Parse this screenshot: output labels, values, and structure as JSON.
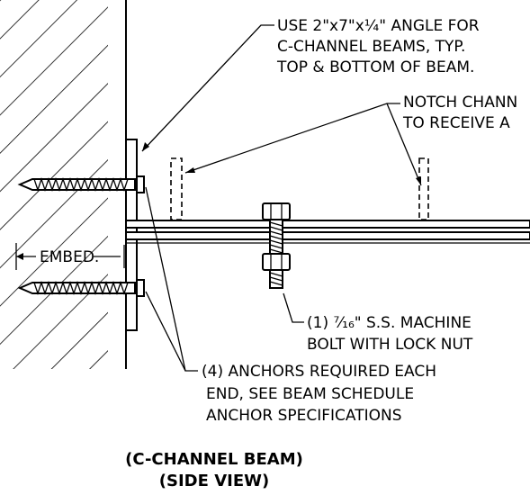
{
  "notes": {
    "angle": [
      "USE 2\"x7\"x¼\" ANGLE FOR",
      "C-CHANNEL BEAMS, TYP.",
      "TOP & BOTTOM OF BEAM."
    ],
    "notch": [
      "NOTCH CHANN",
      "TO RECEIVE A"
    ],
    "embed": "EMBED.",
    "bolt": [
      "(1) ⁷⁄₁₆\" S.S. MACHINE",
      "BOLT WITH LOCK NUT"
    ],
    "anchors": [
      "(4) ANCHORS REQUIRED EACH",
      "END, SEE BEAM SCHEDULE",
      "ANCHOR SPECIFICATIONS"
    ]
  },
  "caption": {
    "line1": "(C-CHANNEL BEAM)",
    "line2": "(SIDE VIEW)"
  }
}
